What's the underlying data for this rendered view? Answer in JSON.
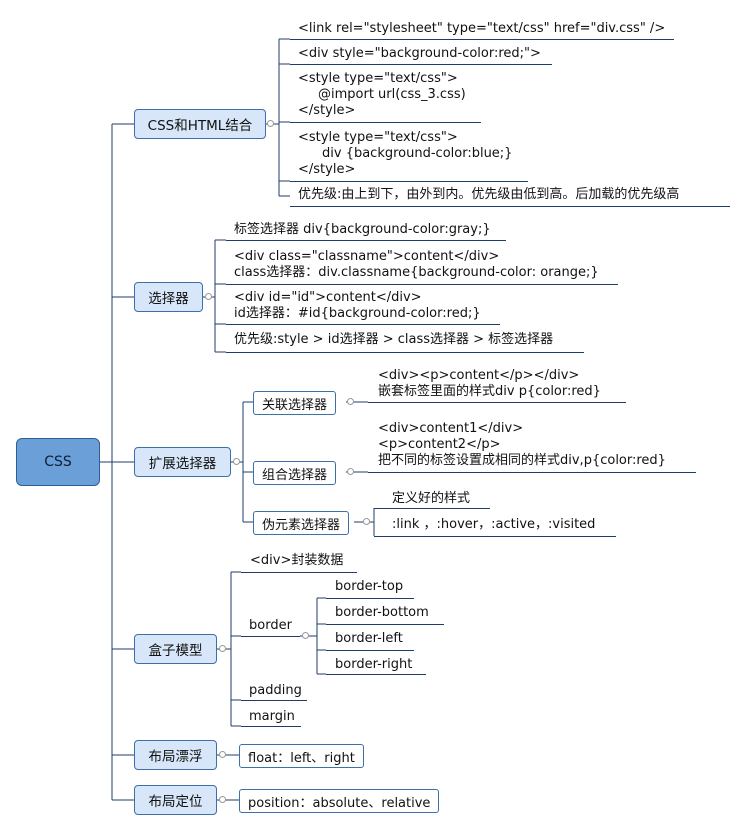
{
  "root": "CSS",
  "branches": {
    "css_html": {
      "label": "CSS和HTML结合",
      "items": [
        [
          "<link rel=\"stylesheet\" type=\"text/css\" href=\"div.css\" />"
        ],
        [
          "<div style=\"background-color:red;\">"
        ],
        [
          "<style type=\"text/css\">",
          "    @import url(css_3.css)",
          "</style>"
        ],
        [
          "<style type=\"text/css\">",
          "     div {background-color:blue;}",
          "</style>"
        ],
        [
          "优先级:由上到下，由外到内。优先级由低到高。后加载的优先级高"
        ]
      ]
    },
    "selector": {
      "label": "选择器",
      "items": [
        [
          "标签选择器 div{background-color:gray;}"
        ],
        [
          "<div class=\"classname\">content</div>",
          "class选择器：div.classname{background-color: orange;}"
        ],
        [
          "<div id=\"id\">content</div>",
          "id选择器：#id{background-color:red;}"
        ],
        [
          "优先级:style > id选择器 > class选择器 > 标签选择器"
        ]
      ]
    },
    "ext_selector": {
      "label": "扩展选择器",
      "children": {
        "descendant": {
          "label": "关联选择器",
          "items": [
            [
              "<div><p>content</p></div>",
              "嵌套标签里面的样式div p{color:red}"
            ]
          ]
        },
        "group": {
          "label": "组合选择器",
          "items": [
            [
              "<div>content1</div>",
              "<p>content2</p>",
              "把不同的标签设置成相同的样式div,p{color:red}"
            ]
          ]
        },
        "pseudo": {
          "label": "伪元素选择器",
          "items": [
            [
              "定义好的样式"
            ],
            [
              ":link ，:hover，:active，:visited"
            ]
          ]
        }
      }
    },
    "box_model": {
      "label": "盒子模型",
      "items": [
        "<div>封装数据",
        "border",
        "padding",
        "margin"
      ],
      "border_children": [
        "border-top",
        "border-bottom",
        "border-left",
        "border-right"
      ]
    },
    "float": {
      "label": "布局漂浮",
      "items": [
        "float：left、right"
      ]
    },
    "position": {
      "label": "布局定位",
      "items": [
        "position：absolute、relative"
      ]
    }
  },
  "colors": {
    "root_fill": "#6a9fd8",
    "node_fill": "#d7e6f8",
    "border": "#3d6fa8",
    "line": "#1f3d6b"
  }
}
